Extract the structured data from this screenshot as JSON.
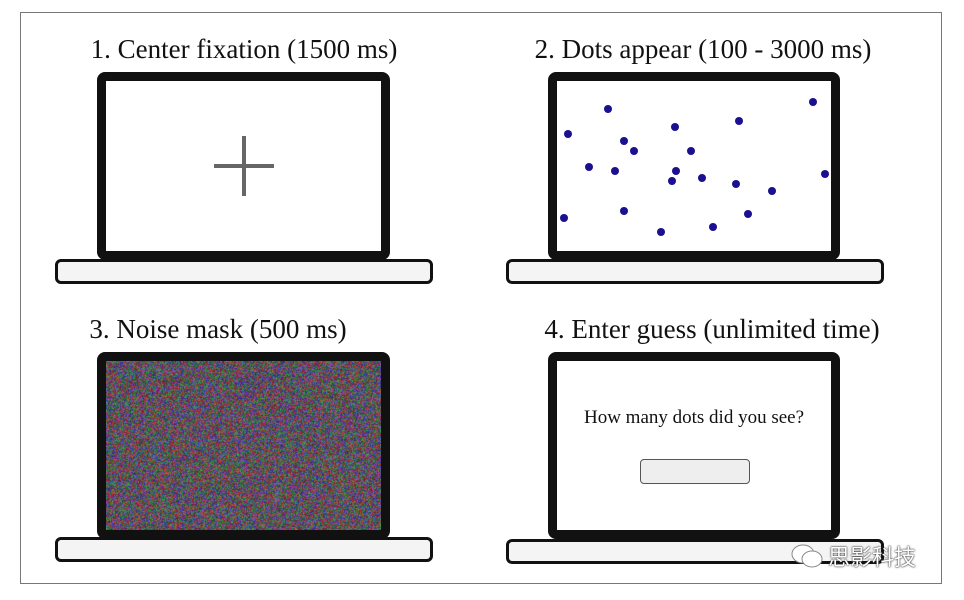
{
  "panels": [
    {
      "title": "1. Center fixation (1500 ms)"
    },
    {
      "title": "2. Dots appear (100 - 3000 ms)",
      "dot_count": 21
    },
    {
      "title": "3.  Noise mask (500 ms)"
    },
    {
      "title": "4. Enter guess (unlimited time)",
      "question": "How many dots did you see?"
    }
  ],
  "colors": {
    "dot": "#1a1090",
    "bezel": "#111111",
    "fixation": "#666666"
  },
  "watermark": {
    "text": "思影科技",
    "icon": "wechat-icon"
  }
}
